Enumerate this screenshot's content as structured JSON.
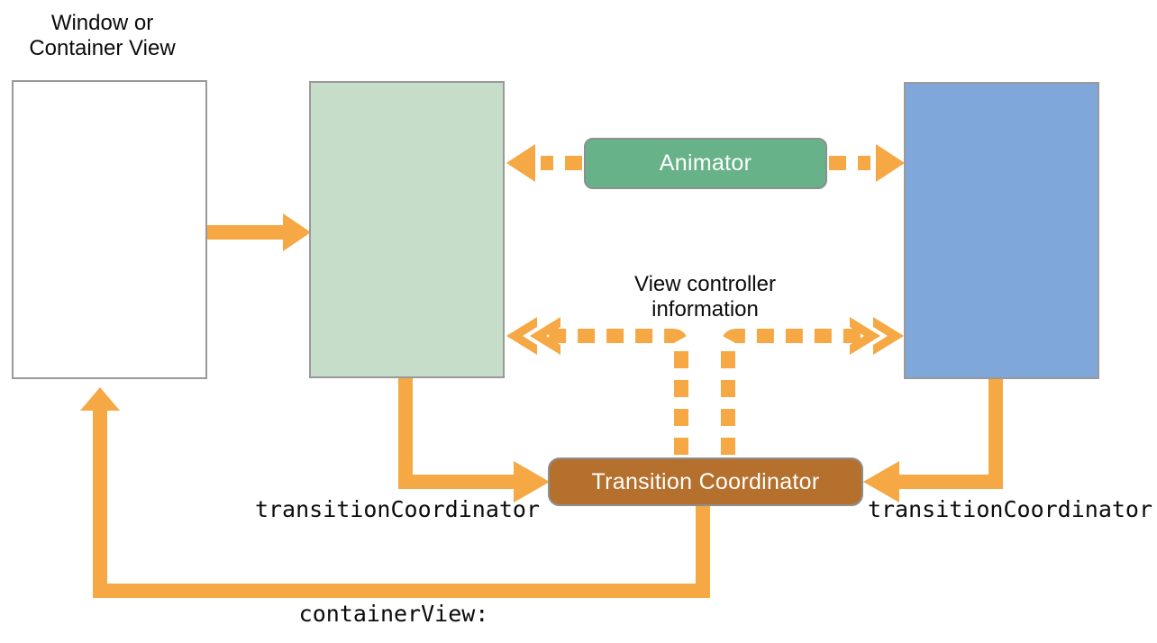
{
  "diagram": {
    "window_label": "Window or\nContainer View",
    "info_label": "View controller\ninformation",
    "nodes": {
      "animator": {
        "label": "Animator",
        "fill": "#68B289"
      },
      "transition_coordinator": {
        "label": "Transition Coordinator",
        "fill": "#B5702D"
      },
      "from_view": {
        "label": "",
        "fill": "#C6DEC9"
      },
      "to_view": {
        "label": "",
        "fill": "#7FA7D9"
      },
      "window_view": {
        "label": "",
        "fill": "#FFFFFF"
      }
    },
    "code_labels": {
      "transition_coordinator_left": "transitionCoordinator",
      "transition_coordinator_right": "transitionCoordinator",
      "container_view": "containerView:"
    },
    "colors": {
      "arrow_orange": "#F5A843",
      "box_border_gray": "#999999"
    }
  }
}
